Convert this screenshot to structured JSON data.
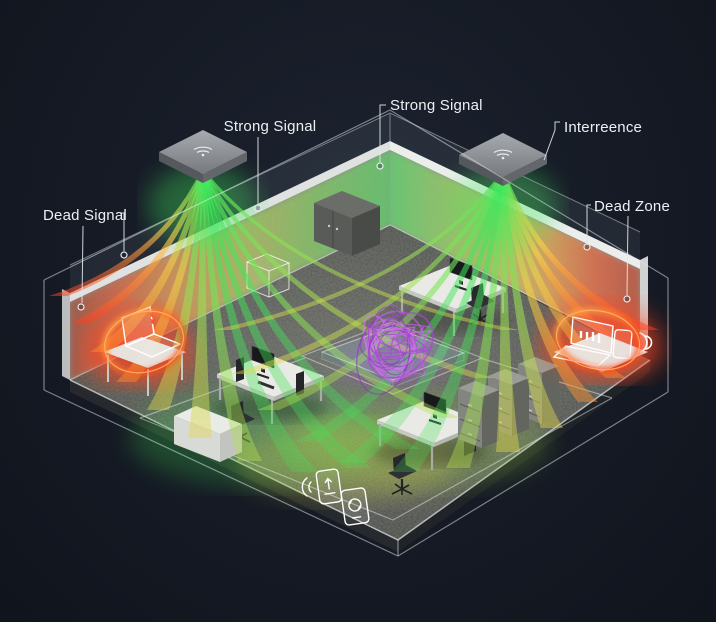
{
  "diagram": {
    "labels": {
      "strong_signal_left": "Strong Signal",
      "strong_signal_top": "Strong Signal",
      "interference": "Interreence",
      "dead_signal": "Dead Signal",
      "dead_zone": "Dead Zone"
    },
    "colors": {
      "background": "#141822",
      "strong_signal_green": "#3fe85c",
      "medium_signal_yellow": "#e6d84a",
      "weak_signal_orange": "#ff8a2e",
      "dead_signal_red": "#ff3b1f",
      "interference_purple": "#c55fe8",
      "label_text": "#edf0f2",
      "concrete_wall_gray": "#8b8d86",
      "floor_gray": "#5d605b",
      "glow_ring_orange": "#ff6a24"
    },
    "icons": {
      "ceiling_access_points": "wifi-icon",
      "dead_spot_left": "laptop-icon",
      "dead_spot_right": "laptop-icon, phone-signal-waves-icon",
      "interference_center": "tangled-scribble-icon",
      "floor_devices": "wifi-waves-icon, phone-upload-icon, phone-sync-icon"
    }
  }
}
